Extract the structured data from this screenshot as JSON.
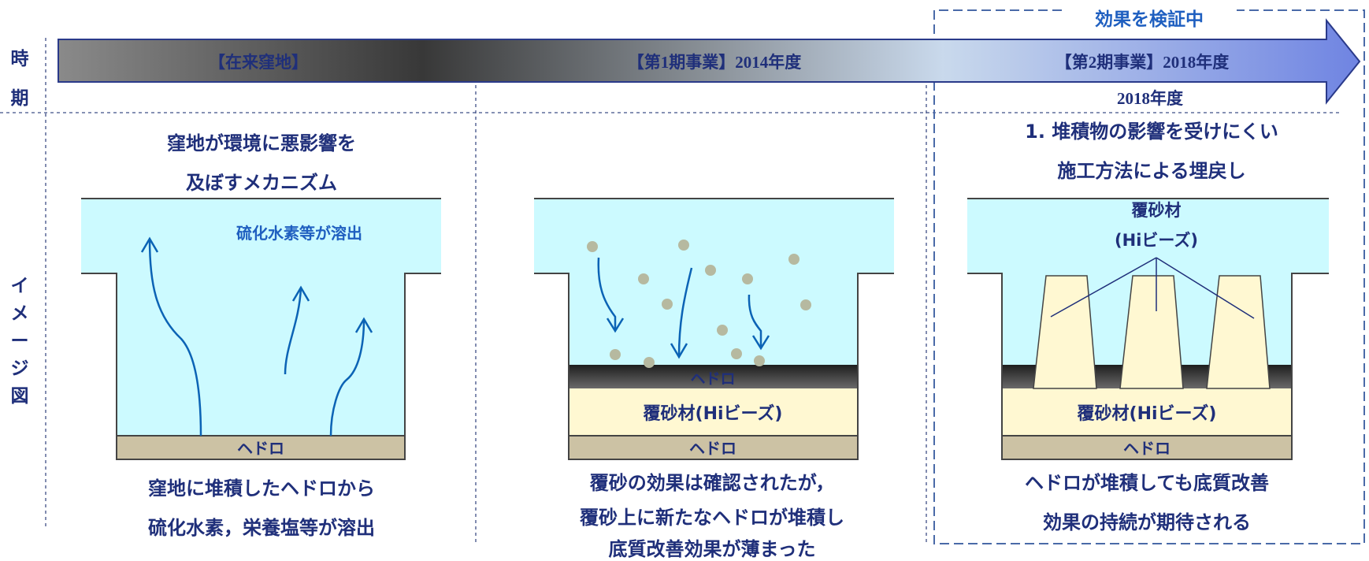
{
  "side_labels": {
    "period_1": "時",
    "period_2": "期",
    "image_1": "イ",
    "image_2": "メ",
    "image_3": "ー",
    "image_4": "ジ",
    "image_5": "図"
  },
  "timeline": {
    "verifying_label": "効果を検証中",
    "phase0": "【在来窪地】",
    "phase1": "【第1期事業】2014年度",
    "phase2": "【第2期事業】2018年度",
    "phase2_year": "2018年度"
  },
  "panel1": {
    "heading_1": "窪地が環境に悪影響を",
    "heading_2": "及ぼすメカニズム",
    "water_label": "硫化水素等が溶出",
    "sludge_label": "ヘドロ",
    "caption_1": "窪地に堆積したヘドロから",
    "caption_2": "硫化水素，栄養塩等が溶出"
  },
  "panel2": {
    "sludge_top_label": "ヘドロ",
    "cover_label": "覆砂材(Hiビーズ)",
    "sludge_bottom_label": "ヘドロ",
    "caption_1": "覆砂の効果は確認されたが，",
    "caption_2": "覆砂上に新たなヘドロが堆積し",
    "caption_3": "底質改善効果が薄まった"
  },
  "panel3": {
    "heading_1": "1. 堆積物の影響を受けにくい",
    "heading_2": "施工方法による埋戻し",
    "pillar_label_1": "覆砂材",
    "pillar_label_2": "(Hiビーズ)",
    "cover_label": "覆砂材(Hiビーズ)",
    "sludge_label": "ヘドロ",
    "caption_1": "ヘドロが堆積しても底質改善",
    "caption_2": "効果の持続が期待される"
  },
  "colors": {
    "text_navy": "#1f2f7a",
    "water": "#ccfaff",
    "sludge": "#ccc2a4",
    "cover_sand": "#fff8d2",
    "particle": "#b6b9a0",
    "flow_arrow": "#0b63b5",
    "dashed_border": "#4a6aa8"
  }
}
